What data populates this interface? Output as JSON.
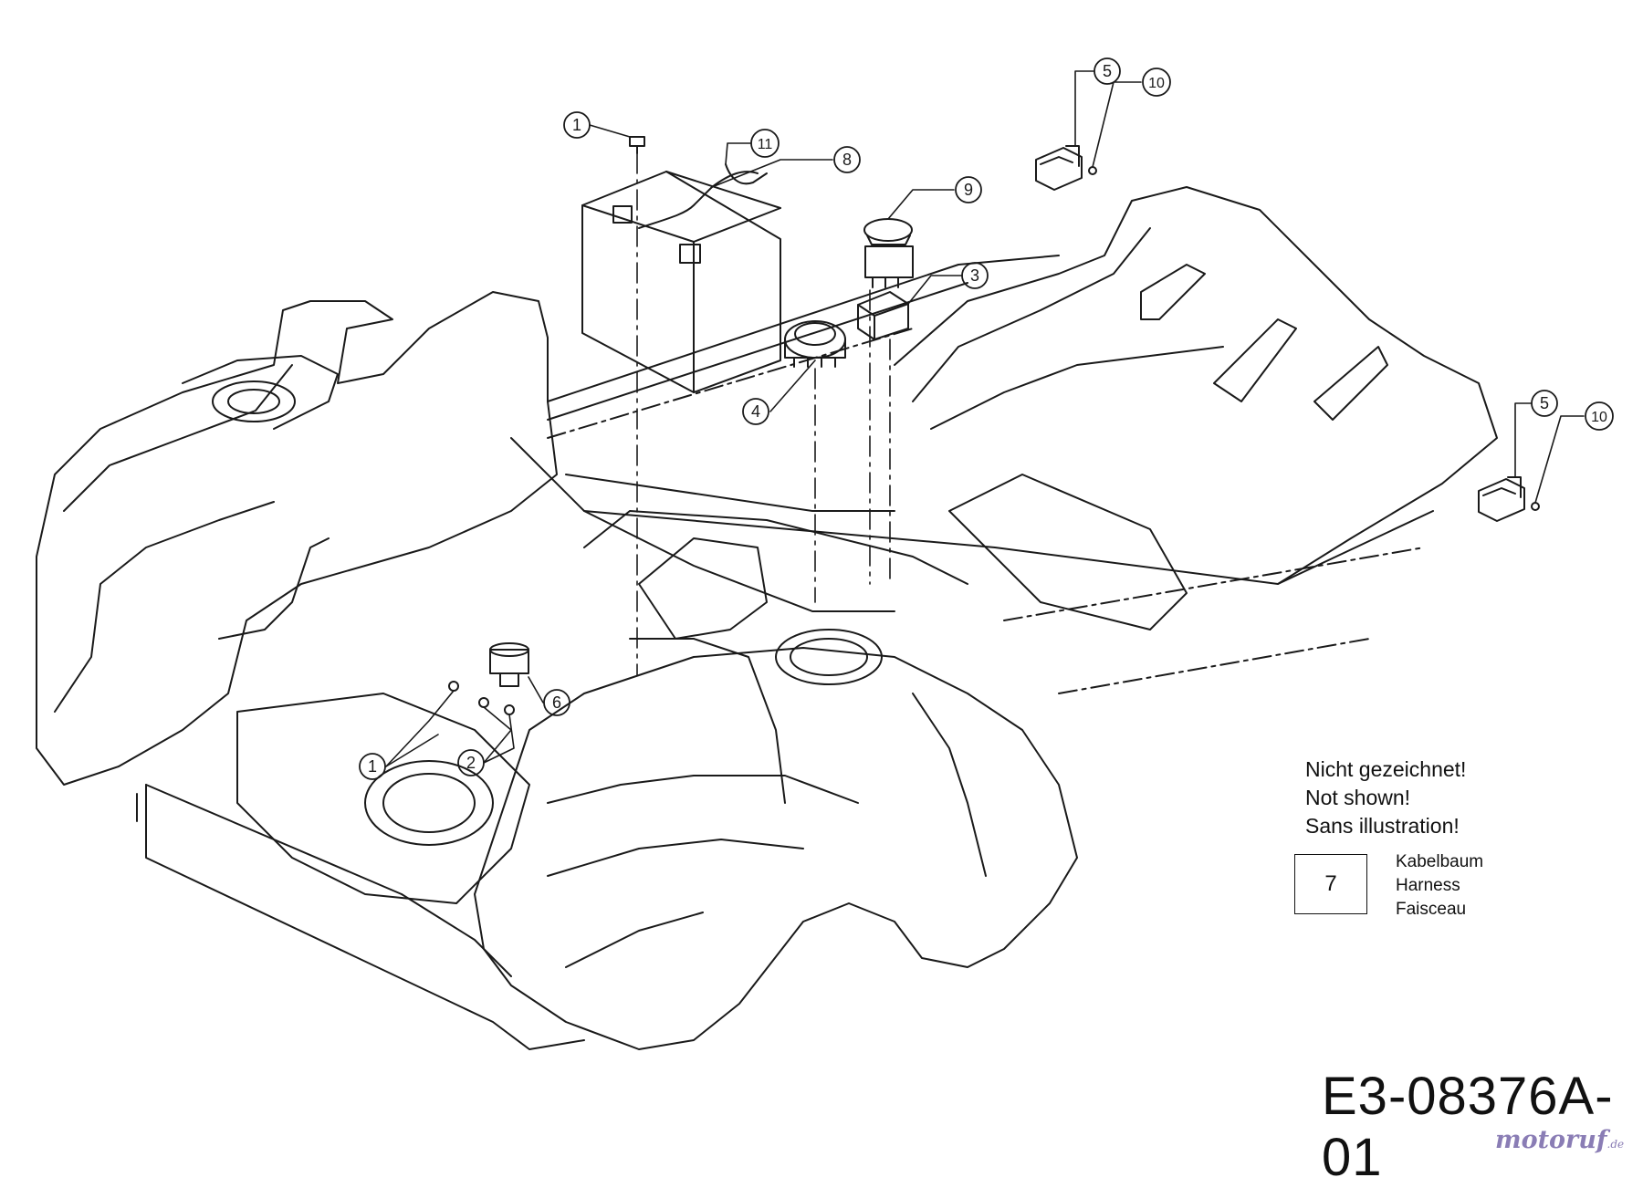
{
  "drawing_code": "E3-08376A-01",
  "watermark": {
    "text": "motoruf",
    "suffix": ".de",
    "color": "#8a7db5"
  },
  "note": {
    "lines": [
      "Nicht gezeichnet!",
      "Not shown!",
      "Sans illustration!"
    ],
    "item": "7",
    "item_labels": [
      "Kabelbaum",
      "Harness",
      "Faisceau"
    ]
  },
  "callouts": [
    {
      "id": "c1a",
      "label": "1"
    },
    {
      "id": "c11",
      "label": "11"
    },
    {
      "id": "c8",
      "label": "8"
    },
    {
      "id": "c9",
      "label": "9"
    },
    {
      "id": "c3",
      "label": "3"
    },
    {
      "id": "c4",
      "label": "4"
    },
    {
      "id": "c5a",
      "label": "5"
    },
    {
      "id": "c10a",
      "label": "10"
    },
    {
      "id": "c5b",
      "label": "5"
    },
    {
      "id": "c10b",
      "label": "10"
    },
    {
      "id": "c6",
      "label": "6"
    },
    {
      "id": "c1b",
      "label": "1"
    },
    {
      "id": "c2",
      "label": "2"
    }
  ],
  "colors": {
    "line": "#1a1a1a",
    "background": "#ffffff"
  }
}
